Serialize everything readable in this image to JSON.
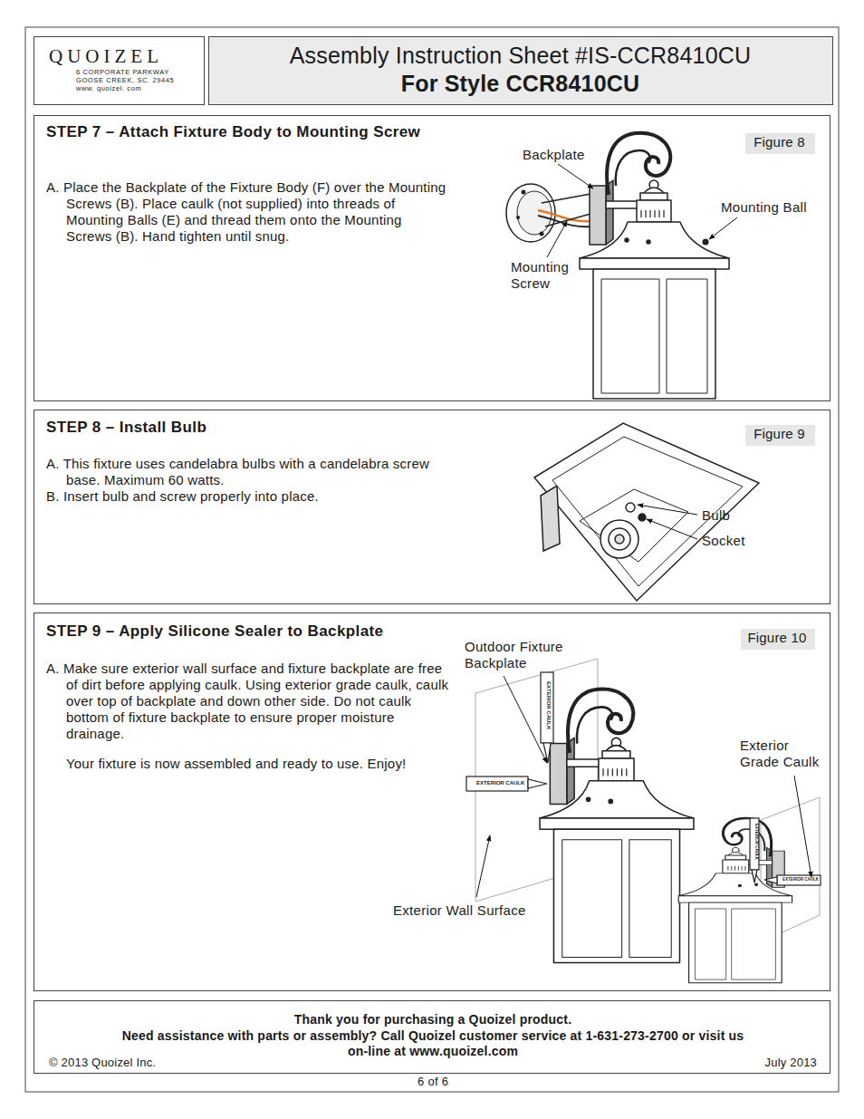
{
  "diagram": {
    "nodes": [
      {
        "text": [
          "QUOIZEL",
          "6 CORPORATE PARKWAY",
          "GOOSE CREEK, SC. 29445",
          "www. quoizel. com"
        ]
      },
      {
        "text": [
          "Assembly Instruction Sheet #IS-CCR8410CU",
          "For Style CCR8410CU"
        ]
      },
      {
        "text": [
          "STEP 7 – Attach Fixture Body to Mounting Screw",
          "A. Place the Backplate of the Fixture Body (F) over the Mounting Screws (B). Place caulk (not supplied) into threads of Mounting Balls (E) and thread them onto the Mounting Screws (B). Hand tighten until snug."
        ]
      },
      {
        "text": [
          "Figure 8"
        ],
        "in": 2
      },
      {
        "text": [
          "STEP 8 – Install Bulb",
          "A. This fixture uses candelabra bulbs with a candelabra screw base. Maximum 60 watts.",
          "B. Insert bulb and screw properly into place."
        ]
      },
      {
        "text": [
          "Figure 9"
        ],
        "in": 4
      },
      {
        "text": [
          "STEP 9 – Apply Silicone Sealer to Backplate",
          "A. Make sure exterior wall surface and fixture backplate are free of dirt before applying caulk. Using exterior grade caulk, caulk over top of backplate and down other side. Do not caulk bottom of fixture backplate to ensure proper moisture drainage.",
          "Your fixture is now assembled and ready to use. Enjoy!"
        ]
      },
      {
        "text": [
          "Figure 10"
        ],
        "in": 6
      },
      {
        "text": [
          "Thank you for purchasing a Quoizel product.",
          "Need assistance with parts or assembly? Call Quoizel customer service at 1-631-273-2700 or visit us on-line at www.quoizel.com",
          "© 2013 Quoizel Inc.",
          "July 2013"
        ]
      }
    ],
    "labels": [
      "Backplate",
      "Mounting Ball",
      "Mounting Screw",
      "Bulb",
      "Socket",
      "Outdoor Fixture Backplate",
      "Exterior Grade Caulk",
      "Exterior Wall Surface",
      "EXTERIOR CAULK",
      "EXTERIOR CAULK",
      "EXTERIOR CAULK",
      "EXTERIOR CAULK",
      "6 of 6"
    ]
  }
}
